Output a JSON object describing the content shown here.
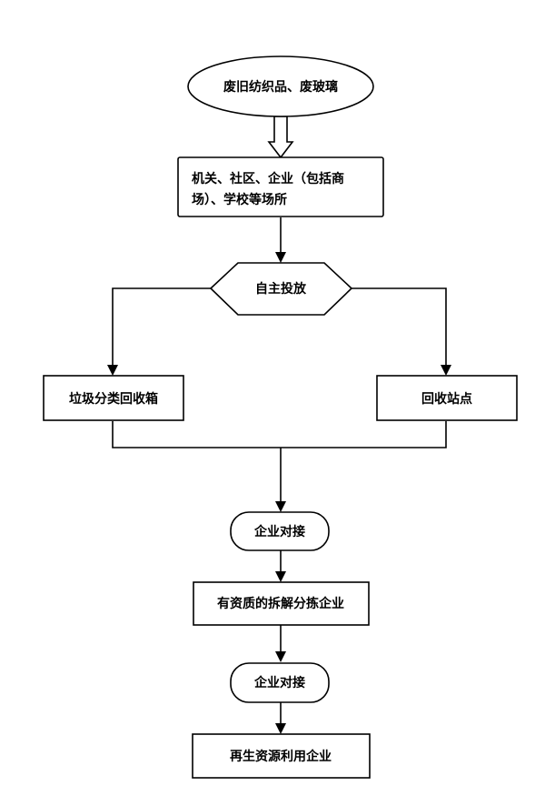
{
  "nodes": {
    "start": {
      "label": "废旧纺织品、废玻璃"
    },
    "sources": {
      "lines": [
        "机关、社区、企业（包括商",
        "场）、学校等场所"
      ]
    },
    "decision": {
      "label": "自主投放"
    },
    "sort_bin": {
      "label": "垃圾分类回收箱"
    },
    "station": {
      "label": "回收站点"
    },
    "connect_1": {
      "label": "企业对接"
    },
    "dismantler": {
      "label": "有资质的拆解分拣企业"
    },
    "connect_2": {
      "label": "企业对接"
    },
    "recycler": {
      "label": "再生资源利用企业"
    }
  },
  "colors": {
    "stroke": "#000000",
    "fill": "#ffffff",
    "text": "#000000"
  }
}
